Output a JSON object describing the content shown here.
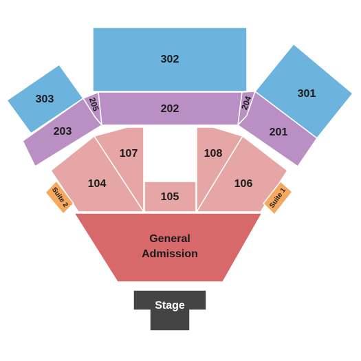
{
  "colors": {
    "level_300": "#6cb4dd",
    "level_200": "#b98fc4",
    "level_100": "#e6a6a5",
    "general_admission": "#d7696a",
    "suite": "#f6a95d",
    "stage": "#444444",
    "outline": "#ffffff"
  },
  "sections": {
    "s302": "302",
    "s303": "303",
    "s301": "301",
    "s202": "202",
    "s205": "205",
    "s204": "204",
    "s203": "203",
    "s201": "201",
    "s104": "104",
    "s107": "107",
    "s105": "105",
    "s108": "108",
    "s106": "106",
    "suite_1": "Suite 1",
    "suite_2": "Suite 2",
    "ga_line1": "General",
    "ga_line2": "Admission",
    "stage": "Stage"
  }
}
